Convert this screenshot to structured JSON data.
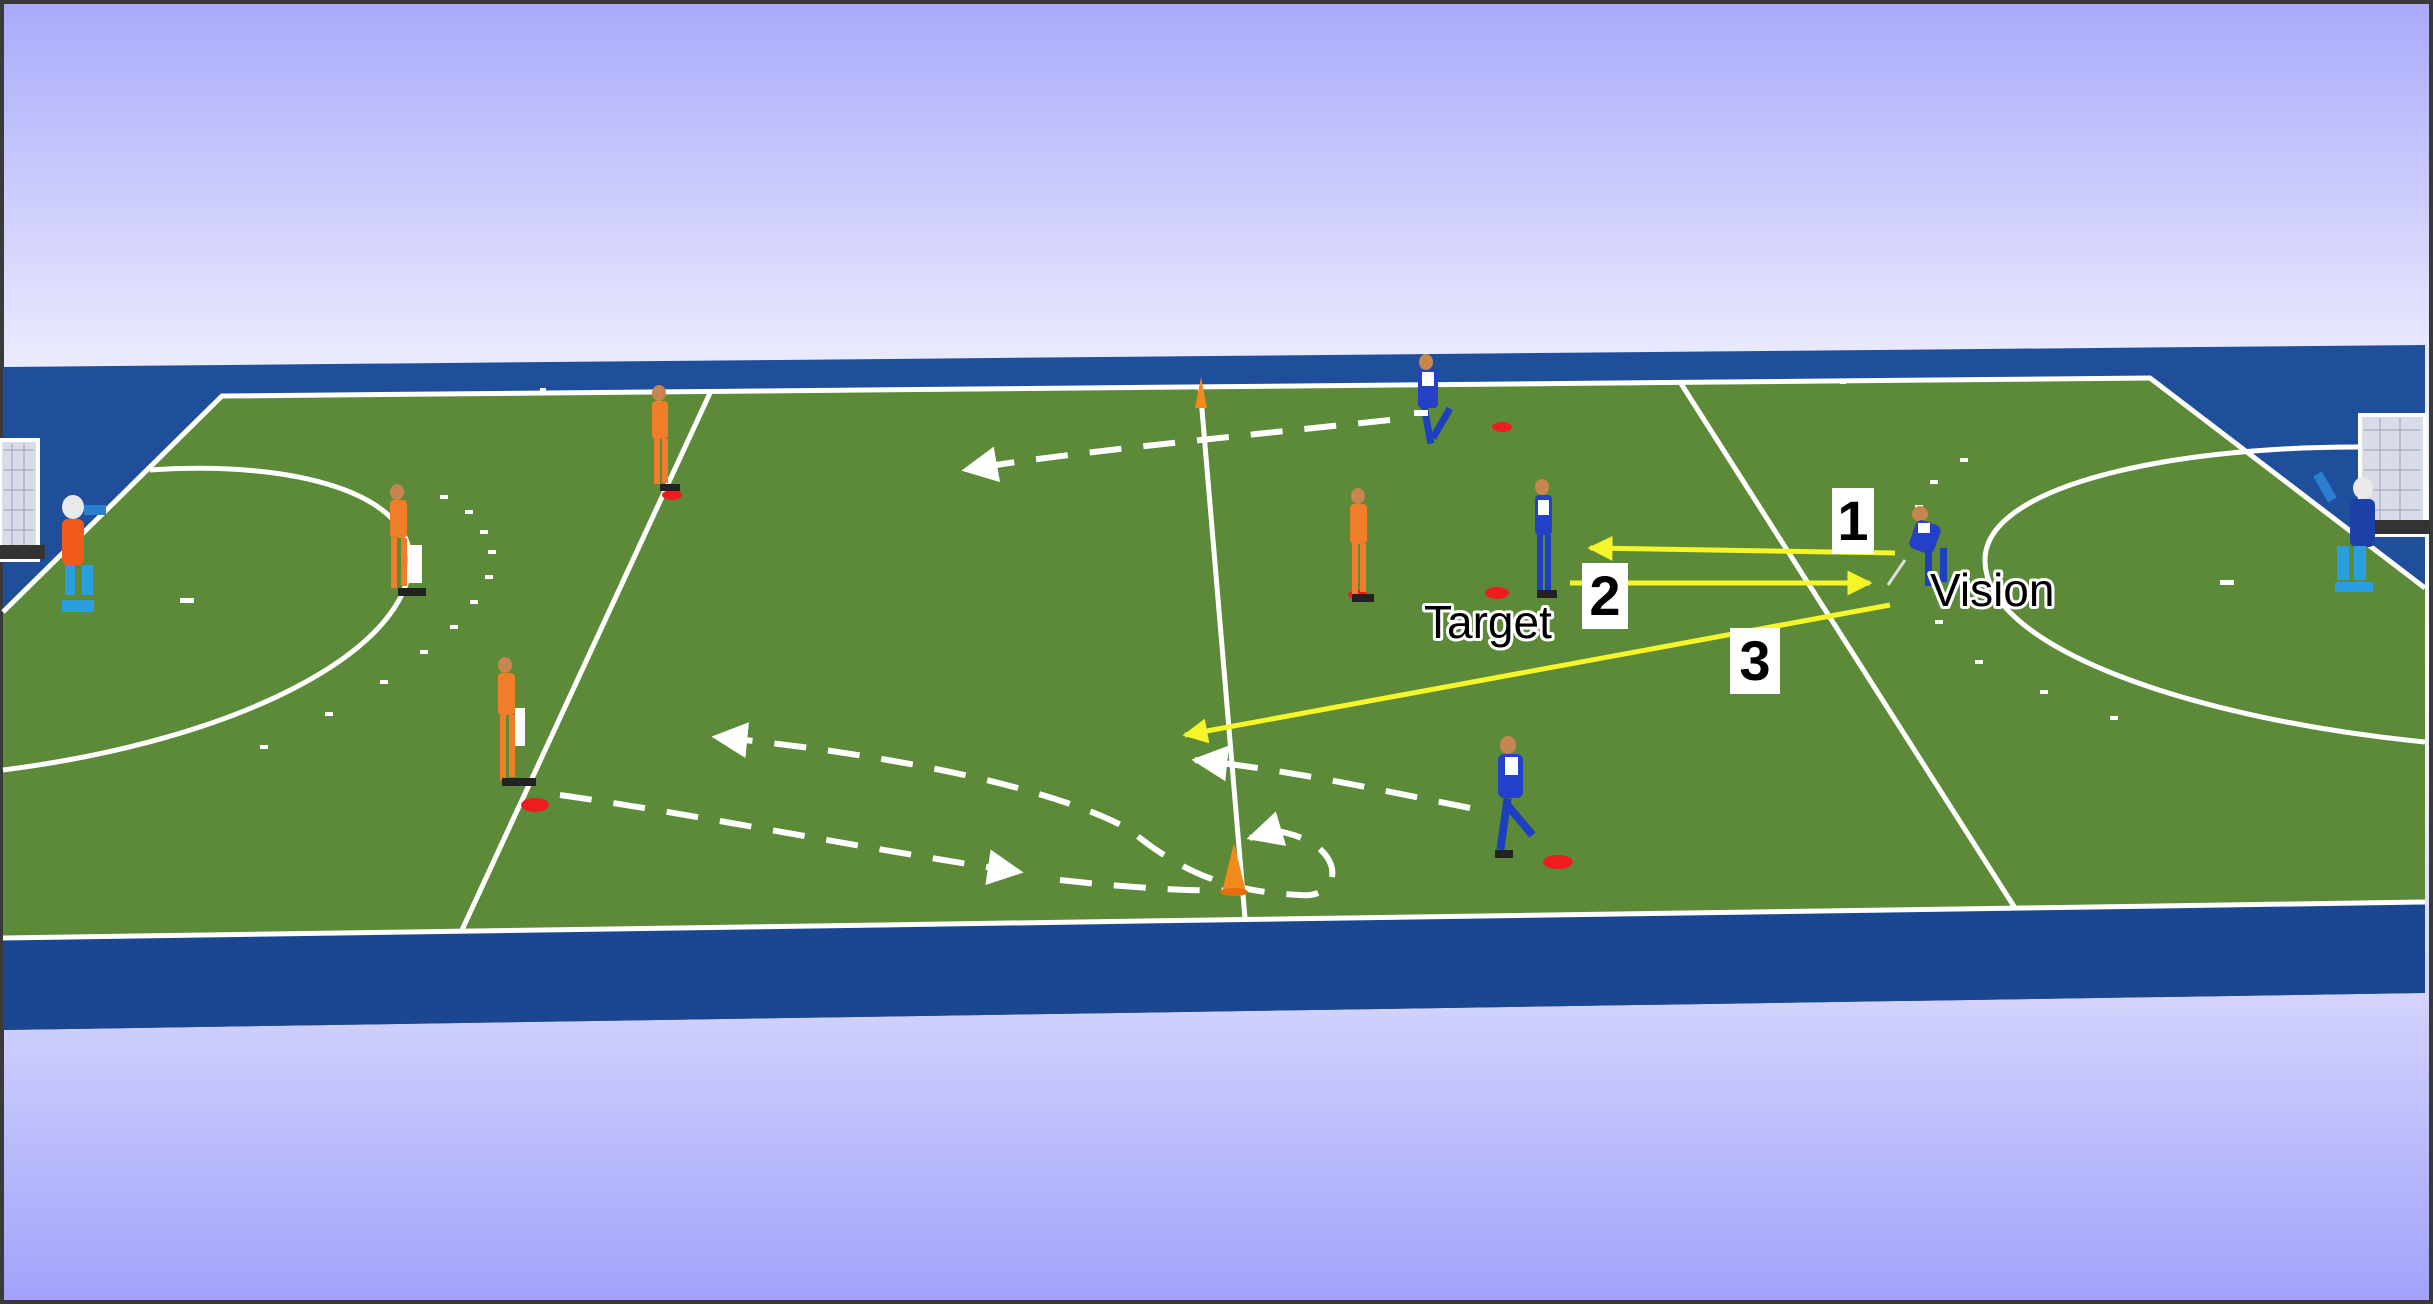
{
  "labels": {
    "num_1": "1",
    "num_2": "2",
    "num_3": "3",
    "target": "Target",
    "vision": "Vision"
  },
  "colors": {
    "sky_top": "#a9a9fb",
    "sky_mid": "#ebebfe",
    "surround": "#1f4e9a",
    "pitch": "#5c8a38",
    "line": "#ffffff",
    "orange_team": "#f07d2a",
    "blue_team": "#1d3fc0",
    "pass_arrow": "#f5f52a",
    "cone": "#f28a1e",
    "marker": "#ee1c1c",
    "goalkeeper_pads": "#2a9fe0"
  },
  "players": {
    "orange_team": [
      "goalkeeper",
      "defender",
      "defender",
      "defender",
      "midfielder"
    ],
    "blue_team": [
      "goalkeeper",
      "passer",
      "target",
      "runner",
      "runner"
    ]
  },
  "passes": [
    "pass-1",
    "pass-2",
    "pass-3"
  ]
}
